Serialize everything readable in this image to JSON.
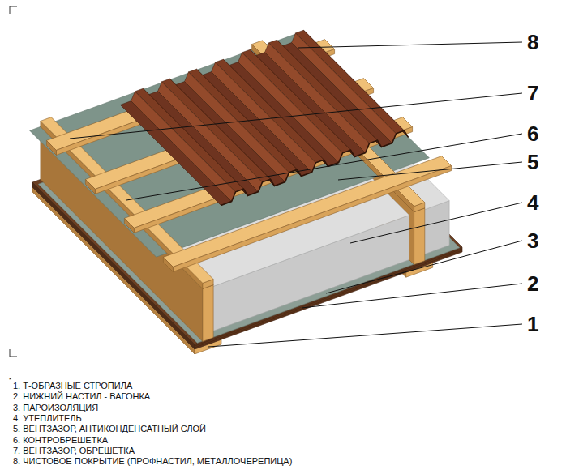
{
  "diagram": {
    "labels": [
      "8",
      "7",
      "6",
      "5",
      "4",
      "3",
      "2",
      "1",
      "*",
      "1. Т-ОБРАЗНЫЕ СТРОПИЛА",
      "2. НИЖНИЙ НАСТИЛ - ВАГОНКА",
      "3. ПАРОИЗОЛЯЦИЯ",
      "4. УТЕПЛИТЕЛЬ",
      "5. ВЕНТЗАЗОР, АНТИКОНДЕНСАТНЫЙ СЛОЙ",
      "6. КОНТРОБРЕШЕТКА",
      "7. ВЕНТЗАЗОР, ОБРЕШЕТКА",
      "8. ЧИСТОВОЕ ПОКРЫТИЕ (ПРОФНАСТИЛ, МЕТАЛЛОЧЕРЕПИЦА)"
    ]
  }
}
